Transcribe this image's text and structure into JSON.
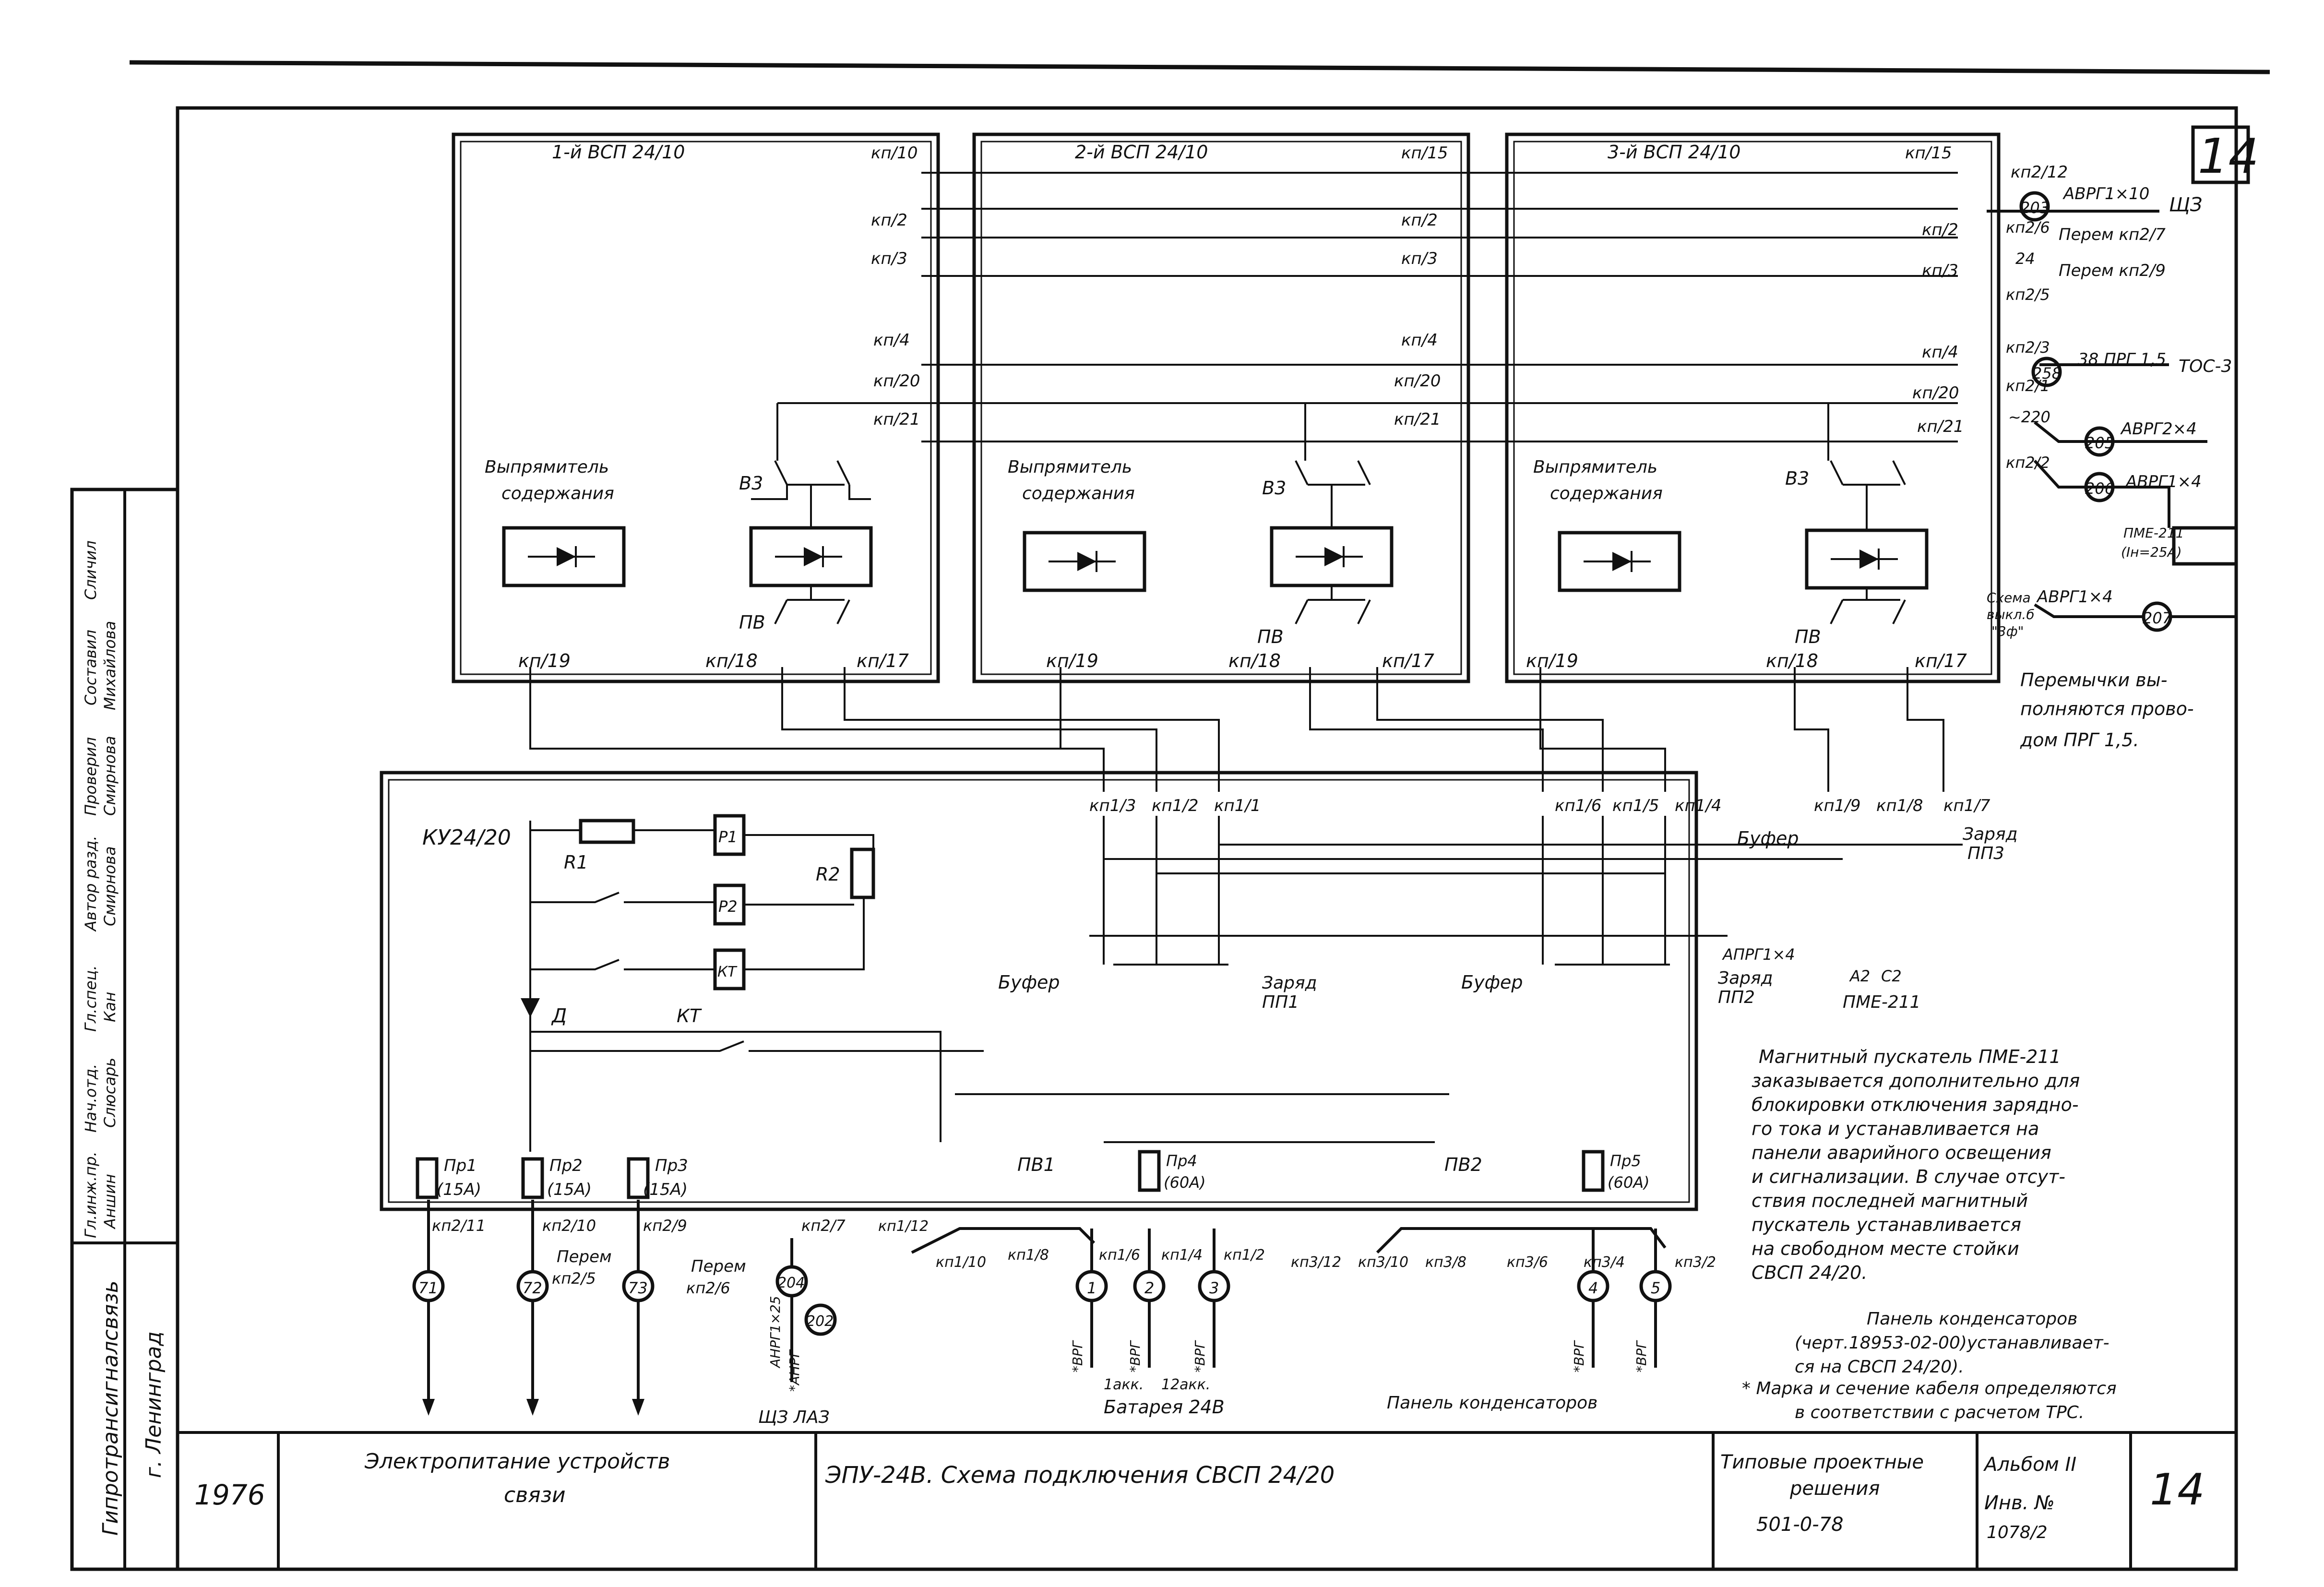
{
  "sheet_number": "14",
  "units": {
    "u1": {
      "title": "1-й  ВСП 24/10",
      "rectifier1": "Выпрямитель",
      "rectifier2": "содержания",
      "v3": "В3",
      "pv": "ПВ",
      "kp10": "кп/10",
      "kp2": "кп/2",
      "kp3": "кп/3",
      "kp4": "кп/4",
      "kp20": "кп/20",
      "kp21": "кп/21",
      "kp19": "кп/19",
      "kp18": "кп/18",
      "kp17": "кп/17"
    },
    "u2": {
      "title": "2-й  ВСП 24/10",
      "rectifier1": "Выпрямитель",
      "rectifier2": "содержания",
      "v3": "В3",
      "pv": "ПВ",
      "kp15": "кп/15",
      "kp2": "кп/2",
      "kp3": "кп/3",
      "kp4": "кп/4",
      "kp20": "кп/20",
      "kp21": "кп/21",
      "kp19": "кп/19",
      "kp18": "кп/18",
      "kp17": "кп/17"
    },
    "u3": {
      "title": "3-й  ВСП 24/10",
      "rectifier1": "Выпрямитель",
      "rectifier2": "содержания",
      "v3": "В3",
      "pv": "ПВ",
      "kp15": "кп/15",
      "kp2": "кп/2",
      "kp3": "кп/3",
      "kp4": "кп/4",
      "kp20": "кп/20",
      "kp21": "кп/21",
      "kp19": "кп/19",
      "kp18": "кп/18",
      "kp17": "кп/17"
    }
  },
  "right_side": {
    "kp2_12": "кп2/12",
    "c203": "203",
    "avrg1x10": "АВРГ1×10",
    "shch3": "ЩЗ",
    "kp2_6": "кп2/6",
    "perem_kp2_7": "Перем  кп2/7",
    "v24": "24",
    "perem_kp2_9": "Перем  кп2/9",
    "kp2_5": "кп2/5",
    "kp2_3": "кп2/3",
    "c258": "258",
    "prg": "38  ПРГ    1,5",
    "tos": "ТОС-3",
    "kp2_1": "кп2/1",
    "v220": "~220",
    "c205": "205",
    "avrg2x4": "АВРГ2×4",
    "kp2_2": "кп2/2",
    "c206": "206",
    "avrg1x4": "АВРГ1×4",
    "pme_a": "ПМЕ-211",
    "pme_b": "(Iн=25А)",
    "schema_a": "Схема",
    "schema_b": "выкл.б",
    "schema_c": "\"3ф\"",
    "avrg1x4b": "АВРГ1×4",
    "c207": "207",
    "jumper_note": [
      "Перемычки вы-",
      "полняются прово-",
      "дом ПРГ  1,5."
    ]
  },
  "ku": {
    "title": "КУ24/20",
    "r1": "R1",
    "r2": "R2",
    "p1": "Р1",
    "p2": "Р2",
    "kt": "КТ",
    "d": "Д",
    "bufer": "Буфер",
    "zaryad": "Заряд",
    "pp1": "ПП1",
    "pp2": "ПП2",
    "pp3": "ПП3",
    "pv1": "ПВ1",
    "pv2": "ПВ2",
    "pr1": "Пр1",
    "pr1a": "(15А)",
    "pr2": "Пр2",
    "pr2a": "(15А)",
    "pr3": "Пр3",
    "pr3a": "(15А)",
    "pr4": "Пр4",
    "pr4a": "(60А)",
    "pr5": "Пр5",
    "pr5a": "(60А)",
    "kp1_3": "кп1/3",
    "kp1_2": "кп1/2",
    "kp1_1": "кп1/1",
    "kp1_6": "кп1/6",
    "kp1_5": "кп1/5",
    "kp1_4": "кп1/4",
    "kp1_9": "кп1/9",
    "kp1_8": "кп1/8",
    "kp1_7": "кп1/7",
    "apg": "АПРГ1×4",
    "a2": "А2",
    "c2": "С2",
    "pme": "ПМЕ-211"
  },
  "bottom": {
    "kp2_11": "кп2/11",
    "kp2_10": "кп2/10",
    "kp2_9": "кп2/9",
    "kp2_7": "кп2/7",
    "kp1_12": "кп1/12",
    "kp1_10": "кп1/10",
    "kp1_8": "кп1/8",
    "kp1_6": "кп1/6",
    "kp1_4": "кп1/4",
    "kp1_2": "кп1/2",
    "kp3_12": "кп3/12",
    "kp3_10": "кп3/10",
    "kp3_8": "кп3/8",
    "kp3_6": "кп3/6",
    "kp3_4": "кп3/4",
    "kp3_2": "кп3/2",
    "perem_a": "Перем",
    "perem_kp25": "кп2/5",
    "perem_b": "Перем",
    "perem_kp26": "кп2/6",
    "c71": "71",
    "c72": "72",
    "c73": "73",
    "c204": "204",
    "c202": "202",
    "c1": "1",
    "c2": "2",
    "c3": "3",
    "c4": "4",
    "c5": "5",
    "anrg": "АНРГ1×25",
    "anrg2": "*АНРГ",
    "shch_laz": "ЩЗ  ЛАЗ",
    "vrg": "*ВРГ",
    "akk1": "1акк.",
    "akk12": "12акк.",
    "battery": "Батарея 24В",
    "panel_caps": "Панель конденсаторов"
  },
  "notes": {
    "magnetic": [
      "Магнитный пускатель ПМЕ-211",
      "заказывается дополнительно для",
      "блокировки отключения зарядно-",
      "го тока и устанавливается на",
      "панели аварийного освещения",
      "и сигнализации. В случае отсут-",
      "ствия последней магнитный",
      "пускатель устанавливается",
      "на свободном месте стойки",
      "СВСП 24/20."
    ],
    "panel": [
      "Панель конденсаторов",
      "(черт.18953-02-00)устанавливает-",
      "ся на СВСП 24/20)."
    ],
    "cable": [
      "* Марка и сечение кабеля определяются",
      "в соответствии с расчетом ТРС."
    ]
  },
  "stamp": {
    "year": "1976",
    "title1": "Электропитание   устройств",
    "title2": "связи",
    "drawing": "ЭПУ-24В.  Схема подключения   СВСП 24/20",
    "typical1": "Типовые проектные",
    "typical2": "решения",
    "typical3": "501-0-78",
    "album": "Альбом II",
    "inv": "Инв. №",
    "inv_no": "1078/2",
    "sheet": "14",
    "org": "Гипротрансигналсвязь",
    "city": "г. Ленинград",
    "roles": [
      "Гл.инж.пр.",
      "Нач.отд.",
      "Гл.спец.",
      "Автор разд.",
      "Проверил",
      "Составил",
      "Сличил"
    ],
    "names": [
      "Аншин",
      "Слюсарь",
      "Кан",
      "Смирнова",
      "Смирнова",
      "Михайлова",
      ""
    ]
  }
}
